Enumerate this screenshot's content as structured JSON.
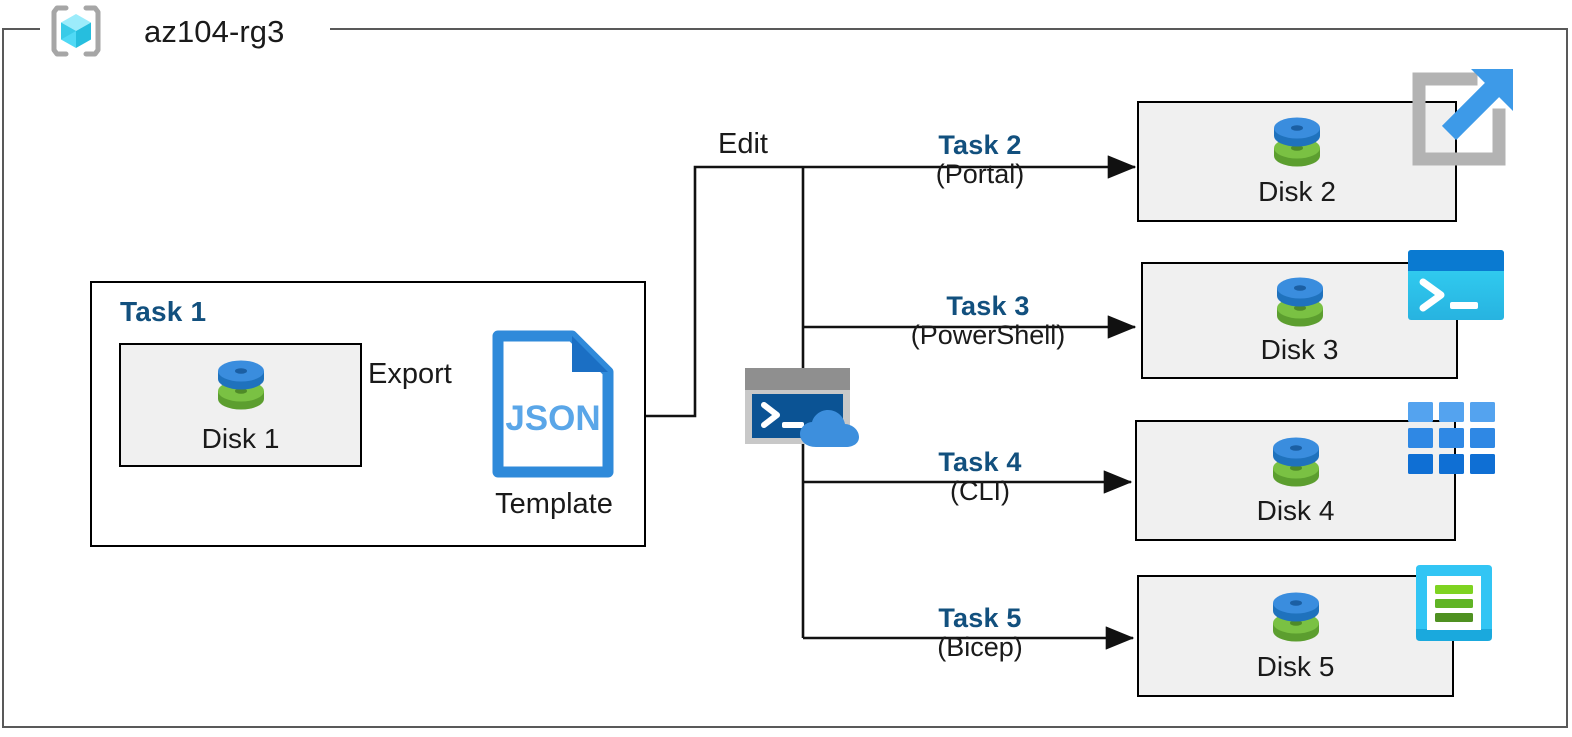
{
  "diagram": {
    "type": "azure-architecture-flow",
    "resource_group": {
      "name": "az104-rg3",
      "icon": "azure-resource-group-icon"
    },
    "task1": {
      "label": "Task 1",
      "source_disk": {
        "caption": "Disk 1",
        "icon": "managed-disk-icon"
      },
      "export_label": "Export",
      "template": {
        "file_label": "JSON",
        "caption": "Template",
        "icon": "json-file-icon"
      }
    },
    "edit_label": "Edit",
    "cloud_shell": {
      "icon": "cloud-shell-icon"
    },
    "branches": [
      {
        "task": "Task 2",
        "method": "(Portal)",
        "disk": "Disk 2",
        "tool_icon": "azure-portal-icon"
      },
      {
        "task": "Task 3",
        "method": "(PowerShell)",
        "disk": "Disk 3",
        "tool_icon": "powershell-icon"
      },
      {
        "task": "Task 4",
        "method": "(CLI)",
        "disk": "Disk 4",
        "tool_icon": "azure-cli-icon"
      },
      {
        "task": "Task 5",
        "method": "(Bicep)",
        "disk": "Disk 5",
        "tool_icon": "bicep-icon"
      }
    ],
    "colors": {
      "task_label": "#12507e",
      "frame": "#595959",
      "box_border": "#000000",
      "box_fill": "#f0f0f0",
      "json_blue": "#2f8ada",
      "disk_blue": "#3a8dde",
      "disk_green": "#6cb33f",
      "cyan": "#32c5f4"
    }
  }
}
